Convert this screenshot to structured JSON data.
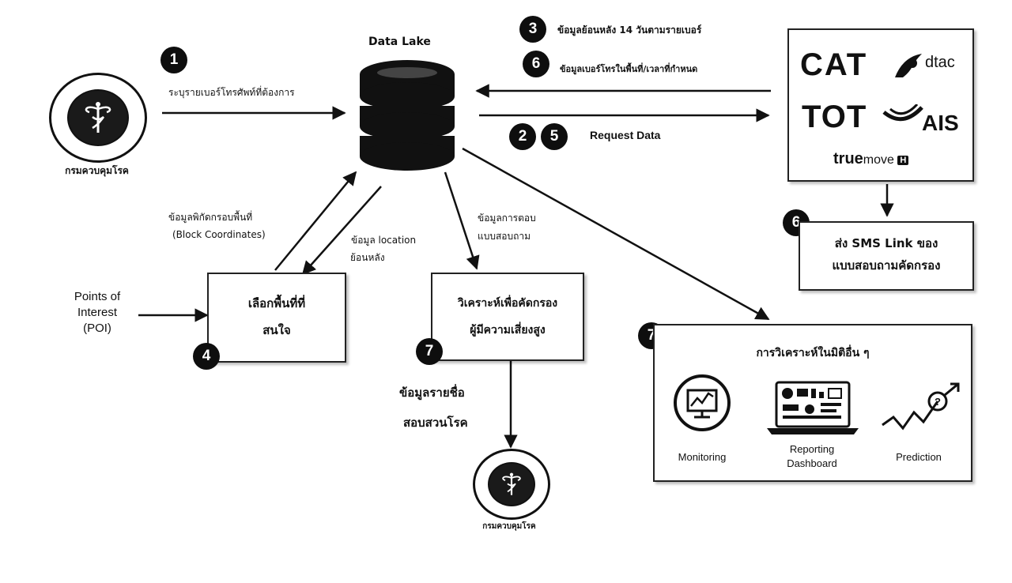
{
  "hub": {
    "title": "Data Lake"
  },
  "moph_top": {
    "caption": "กรมควบคุมโรค"
  },
  "moph_bottom": {
    "caption": "กรมควบคุมโรค"
  },
  "steps": {
    "s1": "1",
    "s2": "2",
    "s3": "3",
    "s4": "4",
    "s5": "5",
    "s6a": "6",
    "s6b": "6",
    "s7a": "7",
    "s7b": "7"
  },
  "edges": {
    "specify_numbers": "ระบุรายเบอร์โทรศัพท์ที่ต้องการ",
    "history_14_days": "ข้อมูลย้อนหลัง 14 วันตามรายเบอร์",
    "numbers_in_area": "ข้อมูลเบอร์โทรในพื้นที่/เวลาที่กำหนด",
    "request_data": "Request Data",
    "block_coords_th": "ข้อมูลพิกัดกรอบพื้นที่",
    "block_coords_en": "(Block Coordinates)",
    "location_history_1": "ข้อมูล location",
    "location_history_2": "ย้อนหลัง",
    "survey_answers_1": "ข้อมูลการตอบ",
    "survey_answers_2": "แบบสอบถาม",
    "investigation_1": "ข้อมูลรายชื่อ",
    "investigation_2": "สอบสวนโรค"
  },
  "poi": {
    "line1": "Points of",
    "line2": "Interest",
    "line3": "(POI)"
  },
  "boxes": {
    "select_area_1": "เลือกพื้นที่ที่",
    "select_area_2": "สนใจ",
    "analyze_1": "วิเคราะห์เพื่อคัดกรอง",
    "analyze_2": "ผู้มีความเสี่ยงสูง",
    "sms_1": "ส่ง SMS Link ของ",
    "sms_2": "แบบสอบถามคัดกรอง",
    "other_title": "การวิเคราะห์ในมิติอื่น ๆ"
  },
  "operators": {
    "cat": "CAT",
    "dtac": "dtac",
    "tot": "TOT",
    "ais": "AIS",
    "true_a": "true",
    "true_b": "move",
    "true_c": "H"
  },
  "tools": {
    "monitoring": "Monitoring",
    "reporting_1": "Reporting",
    "reporting_2": "Dashboard",
    "prediction": "Prediction"
  },
  "icons": {
    "database": "database-icon",
    "seal": "department-seal-icon",
    "monitor": "monitor-chart-icon",
    "laptop": "laptop-dashboard-icon",
    "trend": "trend-line-icon"
  },
  "colors": {
    "ink": "#111111",
    "badge": "#0e0e0e",
    "paper": "#ffffff"
  }
}
